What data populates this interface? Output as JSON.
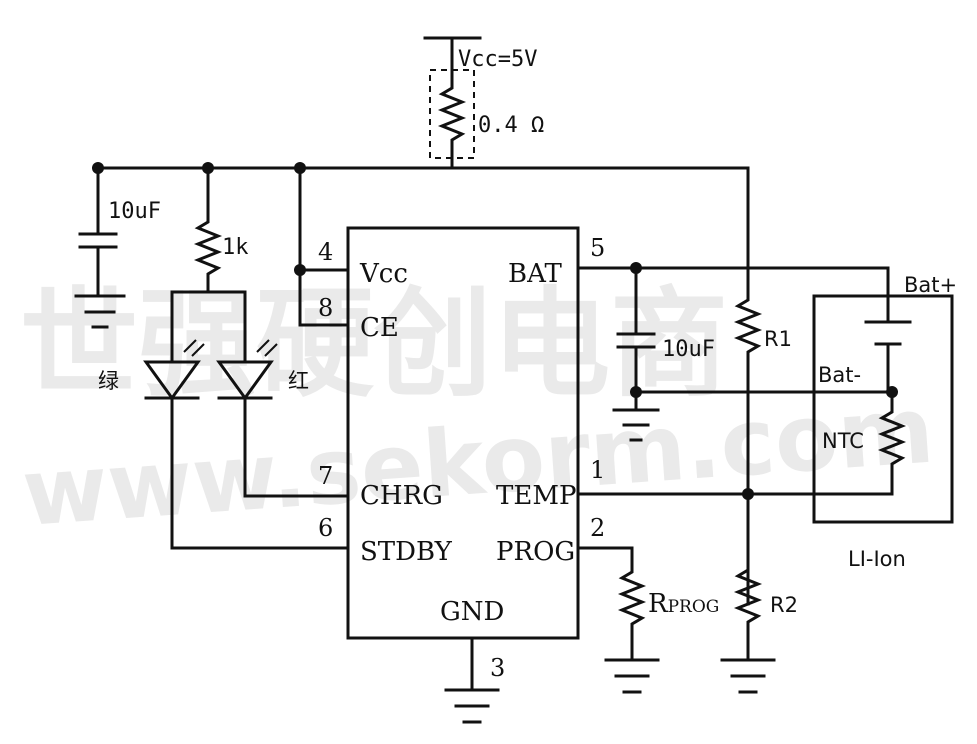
{
  "watermark": {
    "cn": "世强硬创电商",
    "url": "www.sekorm.com"
  },
  "supply": {
    "vcc": "Vcc=5V",
    "resistor": "0.4 Ω"
  },
  "ic": {
    "pins_left": [
      {
        "num": "4",
        "name": "Vcc"
      },
      {
        "num": "8",
        "name": "CE"
      },
      {
        "num": "7",
        "name": "CHRG"
      },
      {
        "num": "6",
        "name": "STDBY"
      }
    ],
    "pins_right": [
      {
        "num": "5",
        "name": "BAT"
      },
      {
        "num": "1",
        "name": "TEMP"
      },
      {
        "num": "2",
        "name": "PROG"
      }
    ],
    "gnd": {
      "num": "3",
      "name": "GND"
    }
  },
  "components": {
    "cap_in": "10uF",
    "r_led": "1k",
    "led_green": "绿",
    "led_red": "红",
    "cap_out": "10uF",
    "r1": "R1",
    "r2": "R2",
    "rprog_main": "R",
    "rprog_sub": "PROG"
  },
  "battery": {
    "bat_plus": "Bat+",
    "bat_minus": "Bat-",
    "ntc": "NTC",
    "pack": "LI-Ion"
  }
}
